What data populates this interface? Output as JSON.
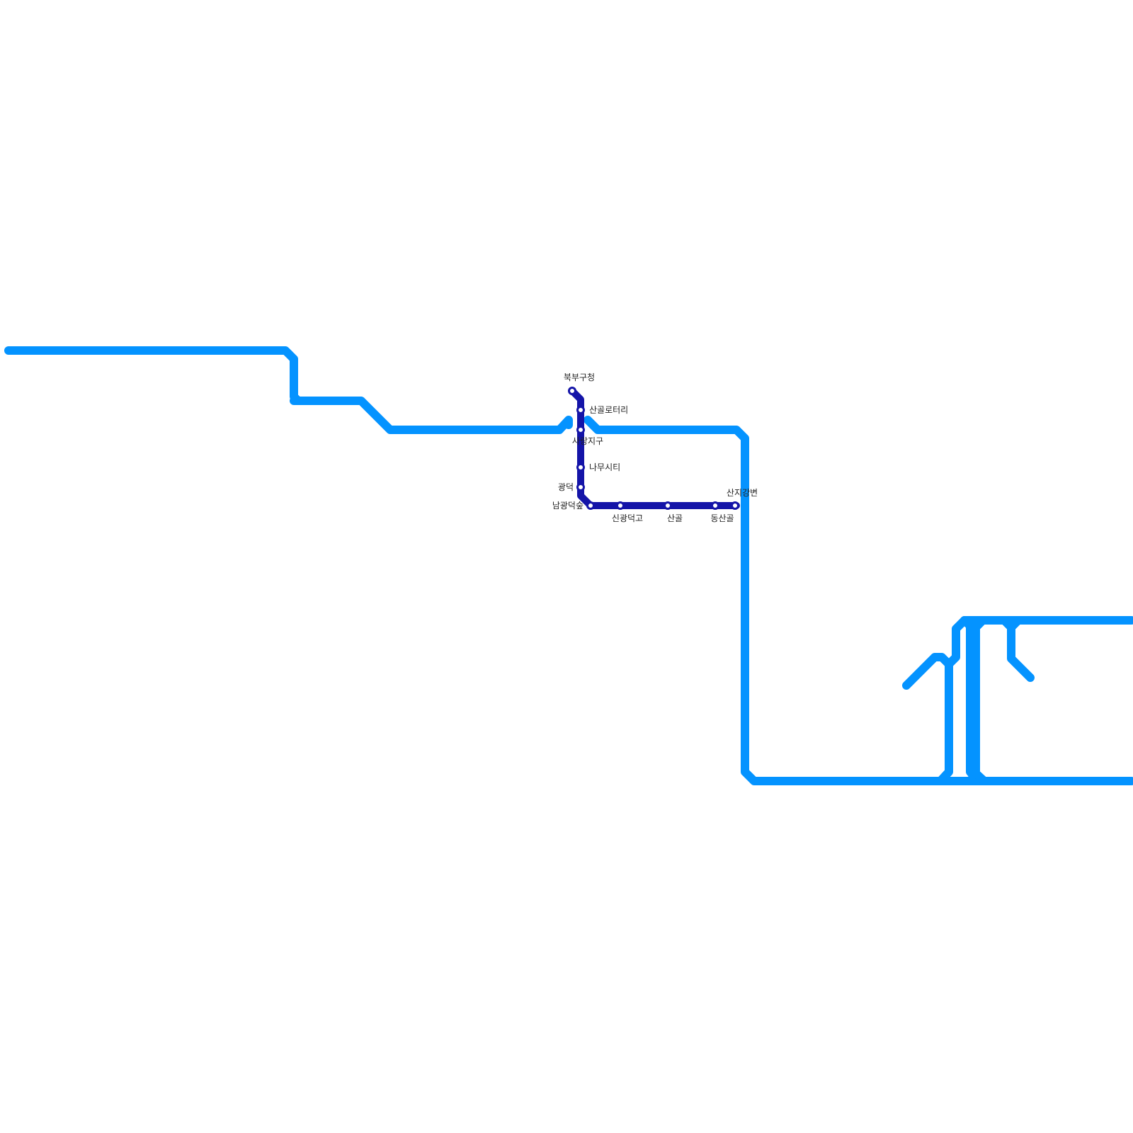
{
  "map": {
    "colors": {
      "background": "#ffffff",
      "light_line": "#0493ff",
      "dark_line": "#1414a8",
      "station_fill": "#ffffff",
      "label": "#222222"
    },
    "lines": [
      {
        "id": "light-blue-line",
        "name": "",
        "color_key": "light_line"
      },
      {
        "id": "dark-blue-line",
        "name": "",
        "color_key": "dark_line"
      }
    ],
    "stations": [
      {
        "id": "bukbu-gucheong",
        "name": "북부구청"
      },
      {
        "id": "sangol-rotary",
        "name": "산골로터리"
      },
      {
        "id": "sarang-jigu",
        "name": "사랑지구"
      },
      {
        "id": "namu-city",
        "name": "나무시티"
      },
      {
        "id": "gwangdeok",
        "name": "광덕"
      },
      {
        "id": "namgwangdeok-sup",
        "name": "남광덕숲"
      },
      {
        "id": "singwangdeok-go",
        "name": "신광덕고"
      },
      {
        "id": "sangol",
        "name": "산골"
      },
      {
        "id": "dongsangol",
        "name": "동산골"
      },
      {
        "id": "sanji-gangbyeon",
        "name": "산지강변"
      }
    ]
  }
}
